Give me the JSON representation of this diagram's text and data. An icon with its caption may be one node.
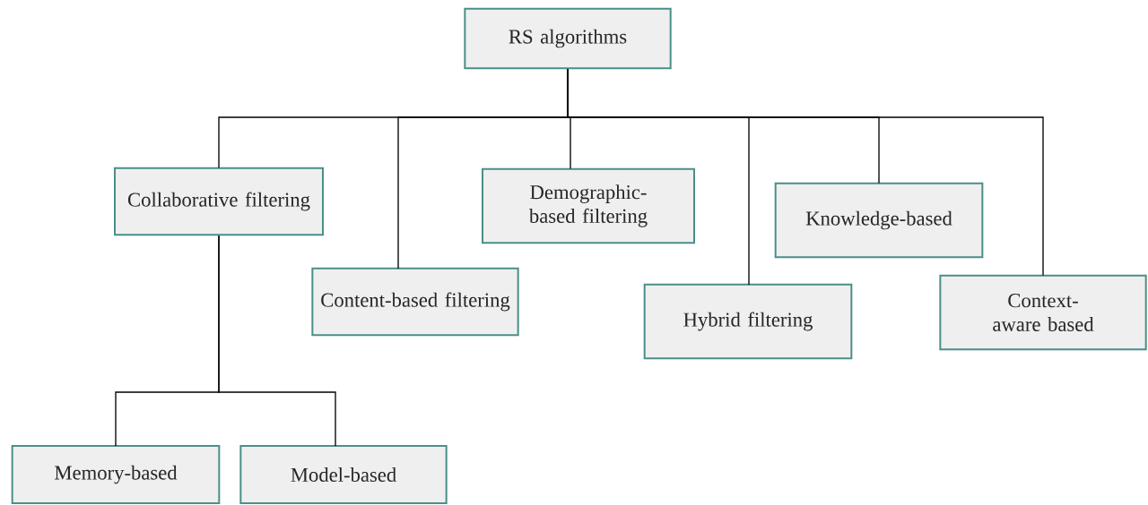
{
  "diagram": {
    "nodes": [
      {
        "text": [
          "RS algorithms"
        ]
      },
      {
        "text": [
          "Collaborative filtering"
        ]
      },
      {
        "text": [
          "Content-based filtering"
        ]
      },
      {
        "text": [
          "Demographic-based filtering"
        ]
      },
      {
        "text": [
          "Hybrid filtering"
        ]
      },
      {
        "text": [
          "Knowledge-based"
        ]
      },
      {
        "text": [
          "Context-aware based"
        ]
      },
      {
        "text": [
          "Memory-based"
        ]
      },
      {
        "text": [
          "Model-based"
        ]
      }
    ],
    "edges": [
      {
        "from": 0,
        "to": 1,
        "arrow": "none"
      },
      {
        "from": 0,
        "to": 2,
        "arrow": "none"
      },
      {
        "from": 0,
        "to": 3,
        "arrow": "none"
      },
      {
        "from": 0,
        "to": 4,
        "arrow": "none"
      },
      {
        "from": 0,
        "to": 5,
        "arrow": "none"
      },
      {
        "from": 0,
        "to": 6,
        "arrow": "none"
      },
      {
        "from": 1,
        "to": 7,
        "arrow": "none"
      },
      {
        "from": 1,
        "to": 8,
        "arrow": "none"
      }
    ]
  }
}
